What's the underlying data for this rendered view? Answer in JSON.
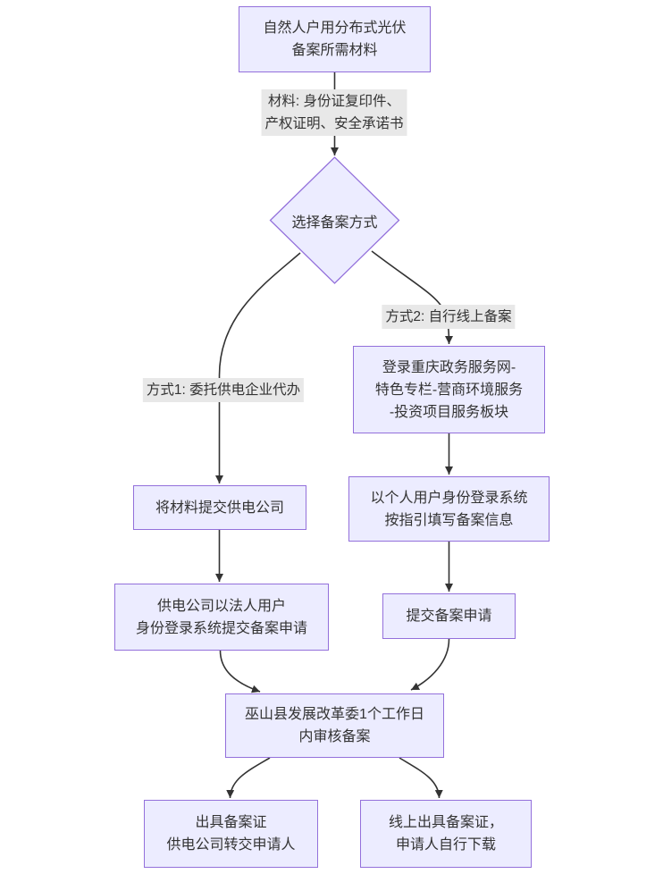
{
  "diagram": {
    "type": "flowchart",
    "colors": {
      "background": "#ffffff",
      "node_fill": "#ececff",
      "node_border": "#9370db",
      "edge_color": "#333333",
      "label_bg": "#e8e8e8",
      "text_color": "#333333"
    }
  },
  "nodes": {
    "materials_required": {
      "lines": [
        "自然人户用分布式光伏",
        "备案所需材料"
      ]
    },
    "choose_method": {
      "lines": [
        "选择备案方式"
      ]
    },
    "submit_to_power_company": {
      "lines": [
        "将材料提交供电公司"
      ]
    },
    "company_login_submit": {
      "lines": [
        "供电公司以法人用户",
        "身份登录系统提交备案申请"
      ]
    },
    "login_gov_portal": {
      "lines": [
        "登录重庆政务服务网-",
        "特色专栏-营商环境服务",
        "-投资项目服务板块"
      ]
    },
    "personal_login_fill": {
      "lines": [
        "以个人用户身份登录系统",
        "按指引填写备案信息"
      ]
    },
    "submit_application": {
      "lines": [
        "提交备案申请"
      ]
    },
    "review_by_commission": {
      "lines": [
        "巫山县发展改革委1个工作日",
        "内审核备案"
      ]
    },
    "issue_cert_offline": {
      "lines": [
        "出具备案证",
        "供电公司转交申请人"
      ]
    },
    "issue_cert_online": {
      "lines": [
        "线上出具备案证，",
        "申请人自行下载"
      ]
    }
  },
  "edge_labels": {
    "materials": {
      "lines": [
        "材料: 身份证复印件、",
        "产权证明、安全承诺书"
      ]
    },
    "method1": {
      "lines": [
        "方式1: 委托供电企业代办"
      ]
    },
    "method2": {
      "lines": [
        "方式2: 自行线上备案"
      ]
    }
  }
}
